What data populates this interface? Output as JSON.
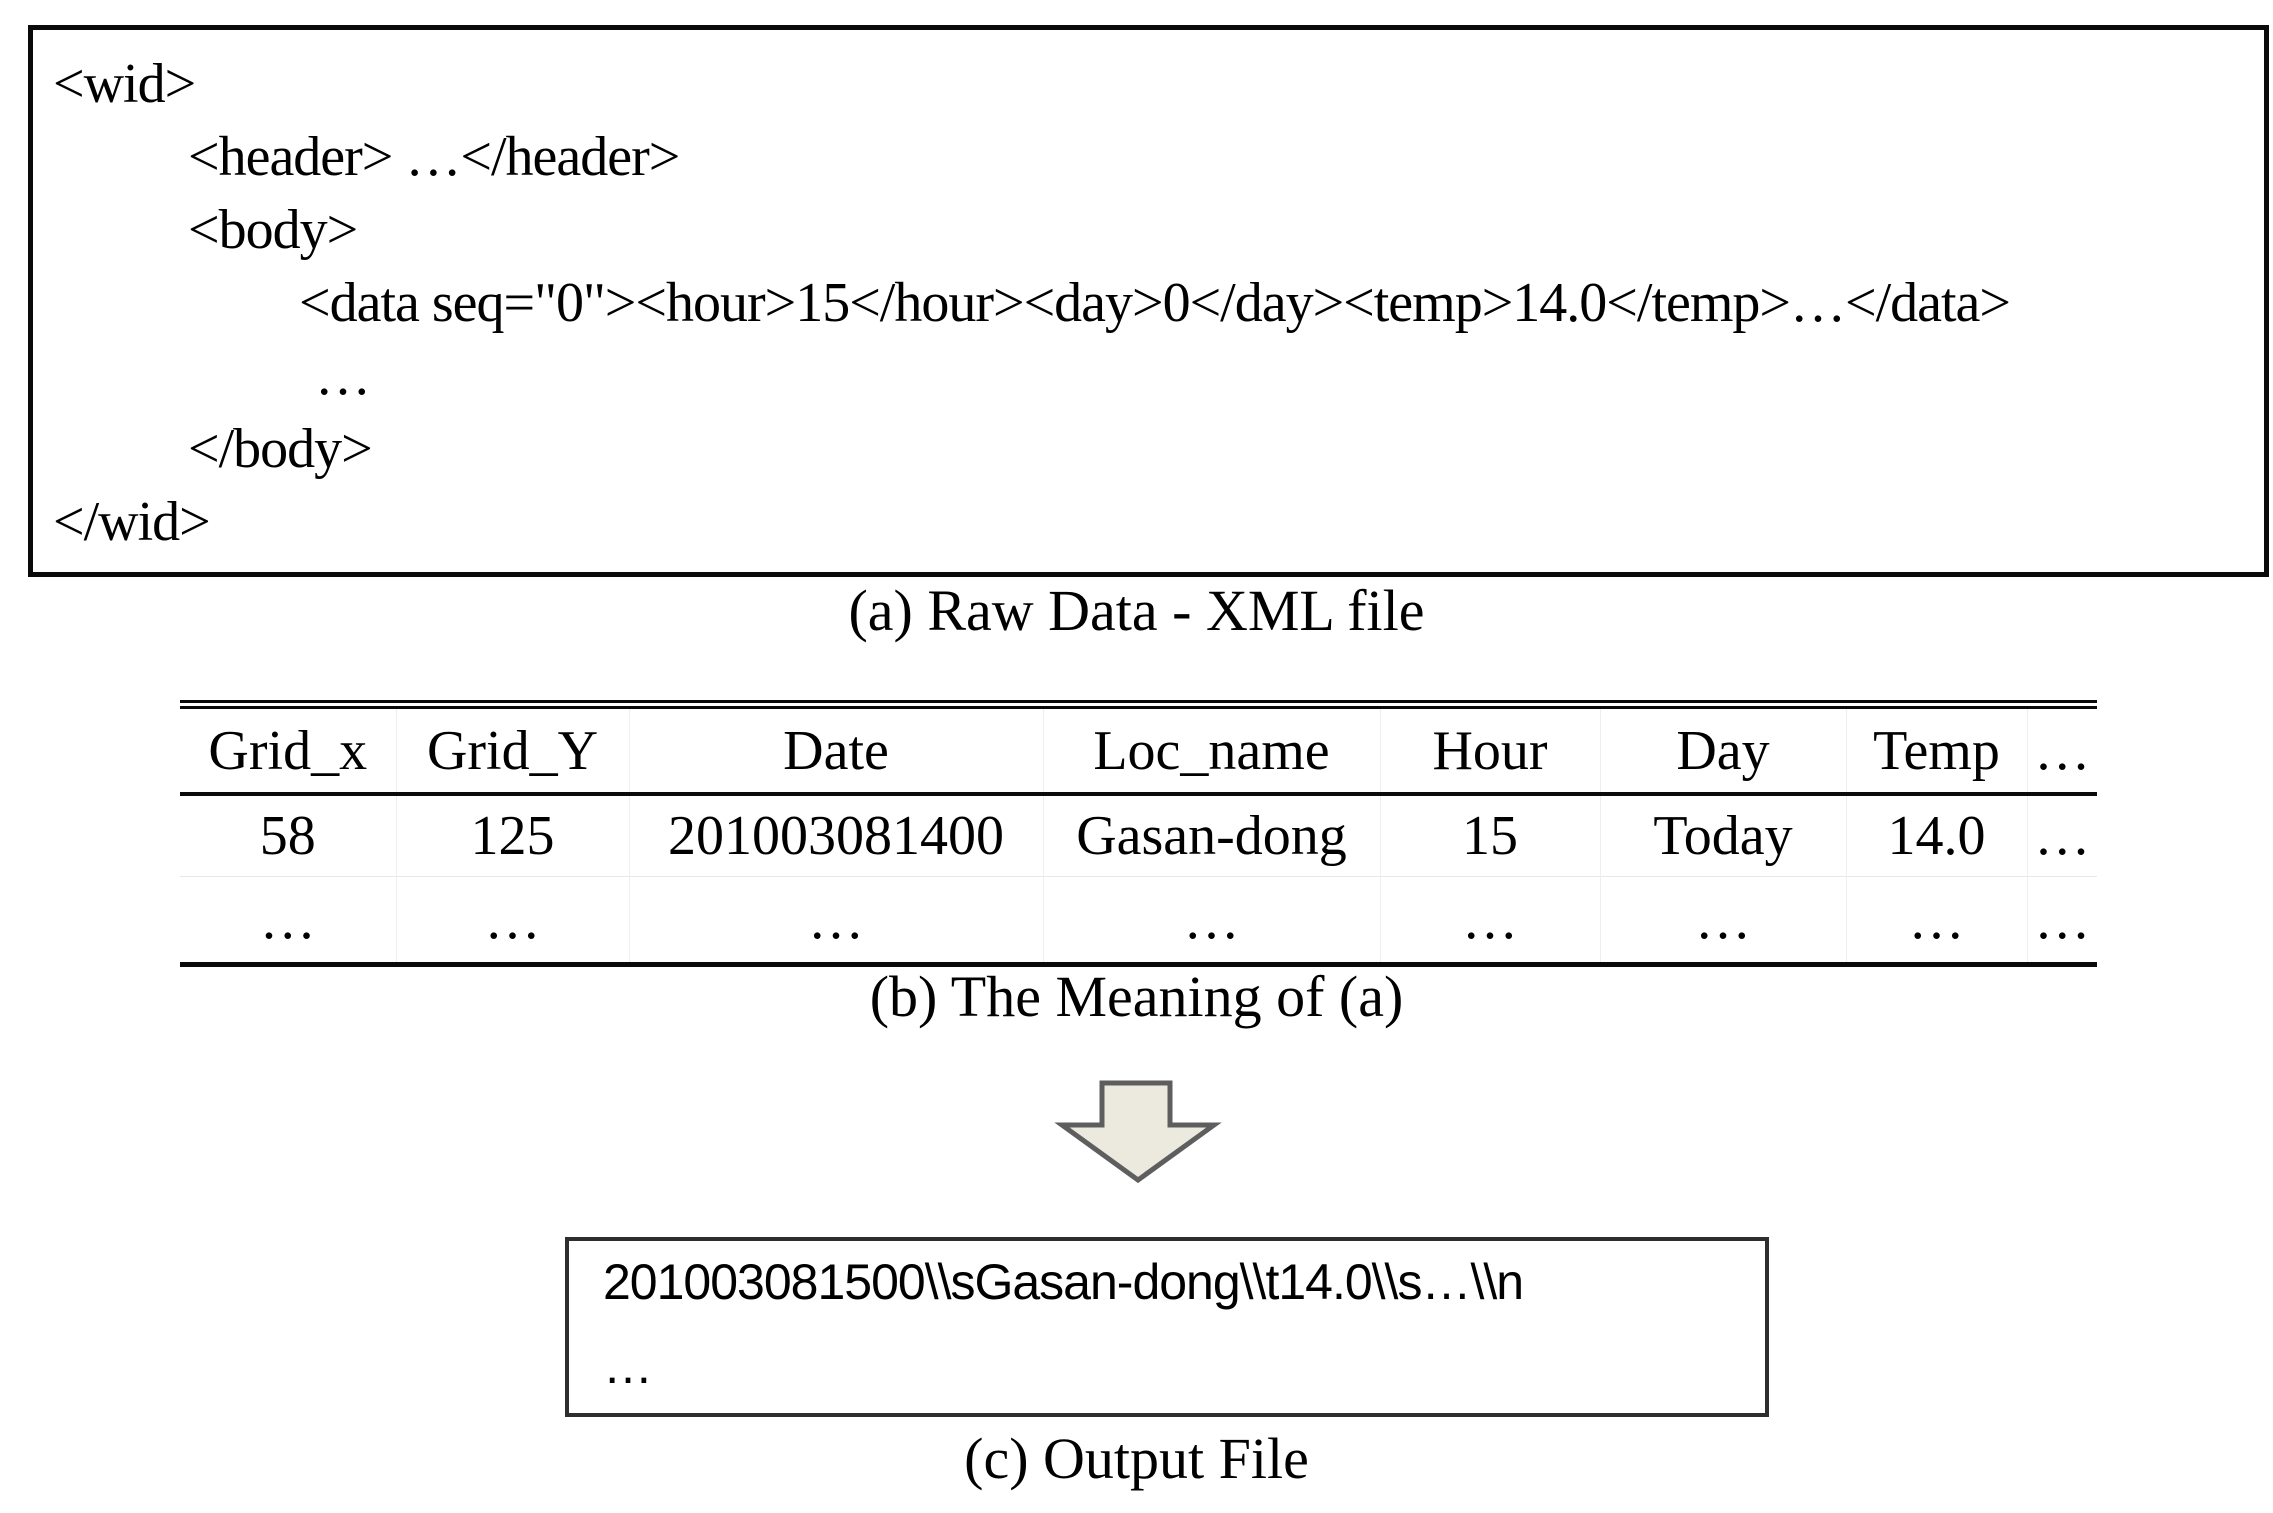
{
  "figure": {
    "panel_a": {
      "caption": "(a) Raw Data - XML file",
      "xml_lines": [
        {
          "text": "<wid>"
        },
        {
          "text": "<header> …</header>"
        },
        {
          "text": "<body>"
        },
        {
          "text": "<data seq=\"0\"><hour>15</hour><day>0</day><temp>14.0</temp>…</data>"
        },
        {
          "text": "…"
        },
        {
          "text": "</body>"
        },
        {
          "text": "</wid>"
        }
      ]
    },
    "panel_b": {
      "caption": "(b) The Meaning of (a)",
      "table": {
        "headers": [
          "Grid_x",
          "Grid_Y",
          "Date",
          "Loc_name",
          "Hour",
          "Day",
          "Temp",
          "…"
        ],
        "rows": [
          [
            "58",
            "125",
            "201003081400",
            "Gasan-dong",
            "15",
            "Today",
            "14.0",
            "…"
          ],
          [
            "…",
            "…",
            "…",
            "…",
            "…",
            "…",
            "…",
            "…"
          ]
        ]
      }
    },
    "panel_c": {
      "caption": "(c) Output File",
      "output_line1": "201003081500\\\\sGasan-dong\\\\t14.0\\\\s…\\\\n",
      "output_line2": "…"
    }
  },
  "icons": {
    "arrow": "down-block-arrow"
  },
  "colors": {
    "arrow_fill": "#ECEADF",
    "arrow_stroke": "#5E5E5E",
    "border": "#0A0A0A"
  }
}
